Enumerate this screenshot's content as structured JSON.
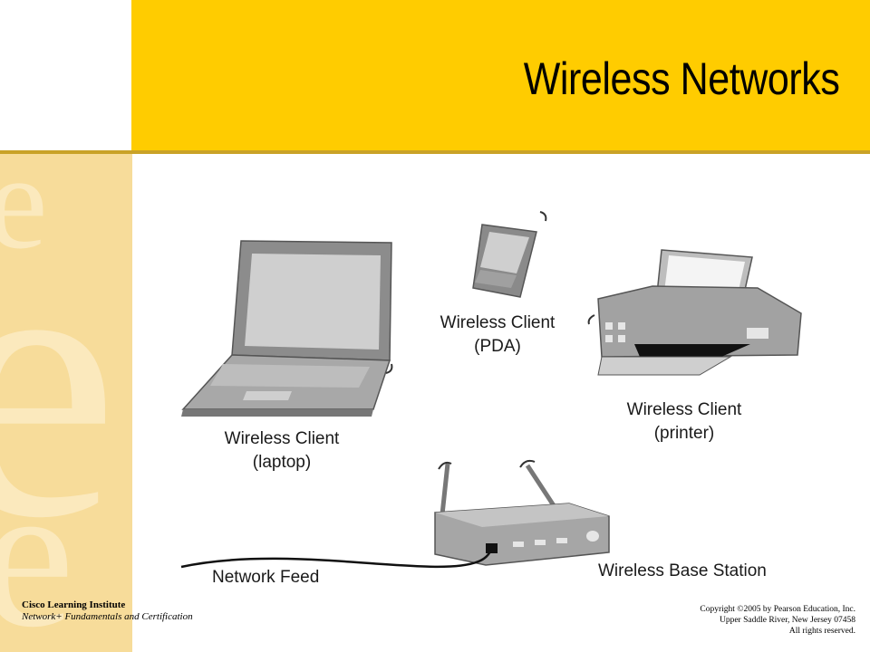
{
  "slide": {
    "title": "Wireless Networks"
  },
  "diagram": {
    "laptop": {
      "line1": "Wireless Client",
      "line2": "(laptop)"
    },
    "pda": {
      "line1": "Wireless Client",
      "line2": "(PDA)"
    },
    "printer": {
      "line1": "Wireless Client",
      "line2": "(printer)"
    },
    "base_station": {
      "label": "Wireless Base Station"
    },
    "network_feed": {
      "label": "Network Feed"
    }
  },
  "footer": {
    "organization": "Cisco Learning Institute",
    "course": "Network+ Fundamentals and Certification",
    "copyright_line1": "Copyright ©2005 by Pearson Education, Inc.",
    "copyright_line2": "Upper Saddle River, New Jersey 07458",
    "copyright_line3": "All rights reserved."
  },
  "colors": {
    "header": "#ffcc00",
    "side_panel": "#f7dc9a",
    "device_gray": "#9a9a9a"
  }
}
